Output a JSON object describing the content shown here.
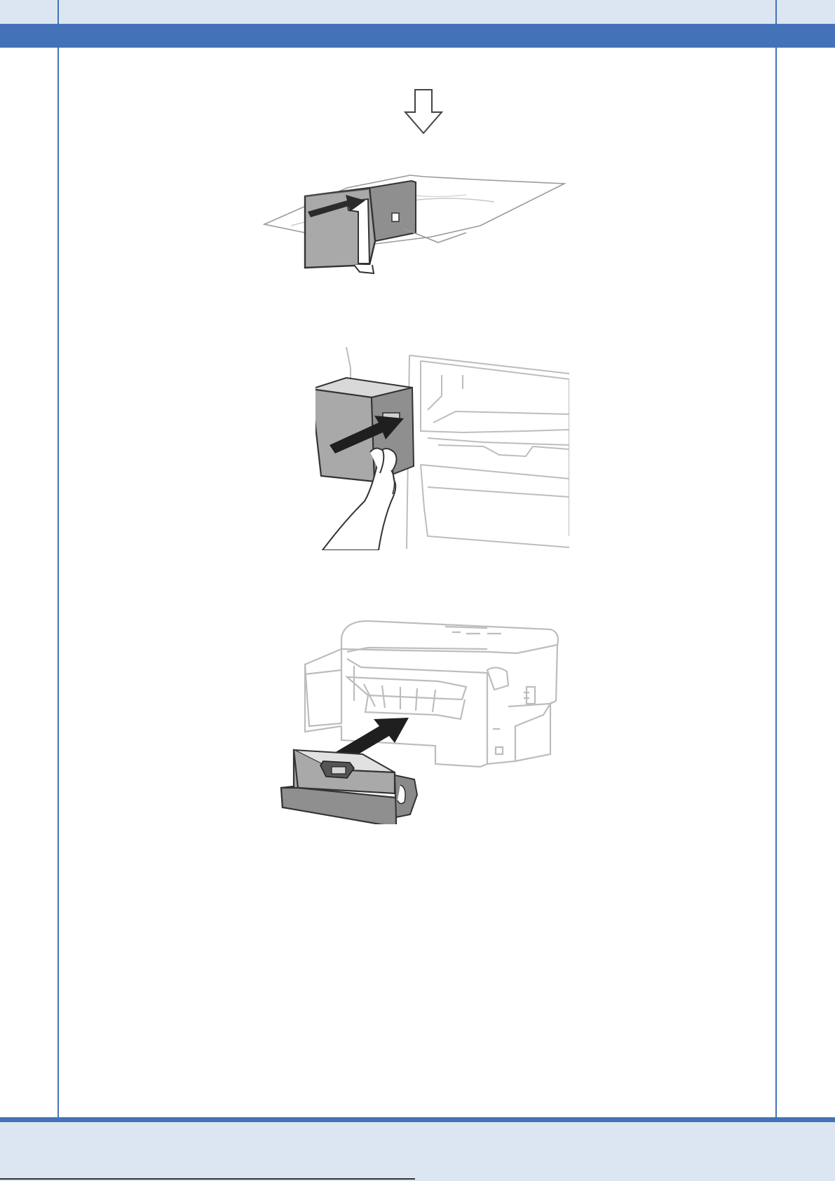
{
  "page": {
    "colors": {
      "header_band": "#dce6f2",
      "accent_rule": "#4472b8",
      "line_art": "#3a3a3a",
      "panel_fill": "#a9a9a9",
      "printer_outline": "#bdbdbd"
    },
    "figures": [
      {
        "id": "step-arrow",
        "icon": "down-arrow-outline-icon"
      },
      {
        "id": "bag-figure",
        "icon": "maintenance-box-in-bag"
      },
      {
        "id": "insert-box-figure",
        "icon": "hand-inserting-maintenance-box"
      },
      {
        "id": "attach-cover-figure",
        "icon": "printer-rear-cover-attach"
      }
    ]
  }
}
